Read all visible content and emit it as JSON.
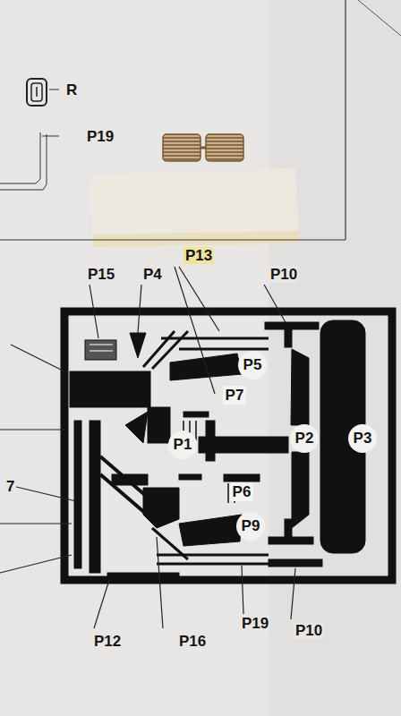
{
  "diagram": {
    "nodes": [
      {
        "text": [
          "P5"
        ]
      },
      {
        "text": [
          "P7"
        ]
      },
      {
        "text": [
          "P1"
        ]
      },
      {
        "text": [
          "P2"
        ]
      },
      {
        "text": [
          "P3"
        ]
      },
      {
        "text": [
          "P6"
        ]
      },
      {
        "text": [
          "P9"
        ]
      }
    ],
    "labels": [
      "R",
      "P19",
      "P13",
      "P15",
      "P4",
      "P10",
      "7",
      "P12",
      "P16",
      "P19",
      "P10"
    ]
  }
}
